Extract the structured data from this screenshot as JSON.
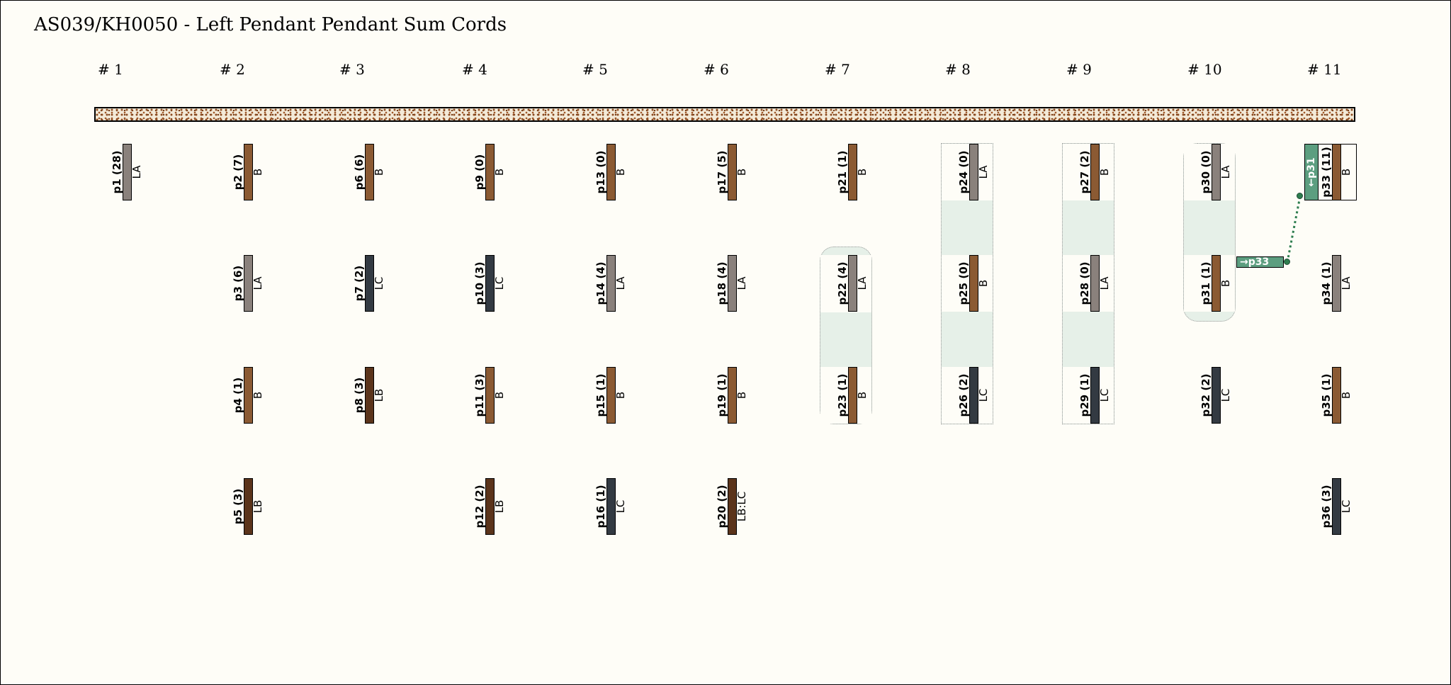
{
  "title": "AS039/KH0050 - Left Pendant Pendant Sum Cords",
  "colors": {
    "B": "#8b5a33",
    "LA": "#8a817c",
    "LC": "#333a42",
    "LB": "#5b341b",
    "link": "#5c9e80"
  },
  "groups": [
    {
      "label": "# 1",
      "cords": [
        {
          "name": "p1 (28)",
          "color": "LA"
        }
      ]
    },
    {
      "label": "# 2",
      "cords": [
        {
          "name": "p2 (7)",
          "color": "B"
        },
        {
          "name": "p3 (6)",
          "color": "LA"
        },
        {
          "name": "p4 (1)",
          "color": "B"
        },
        {
          "name": "p5 (3)",
          "color": "LB"
        }
      ]
    },
    {
      "label": "# 3",
      "cords": [
        {
          "name": "p6 (6)",
          "color": "B"
        },
        {
          "name": "p7 (2)",
          "color": "LC"
        },
        {
          "name": "p8 (3)",
          "color": "LB"
        }
      ]
    },
    {
      "label": "# 4",
      "cords": [
        {
          "name": "p9 (0)",
          "color": "B"
        },
        {
          "name": "p10 (3)",
          "color": "LC"
        },
        {
          "name": "p11 (3)",
          "color": "B"
        },
        {
          "name": "p12 (2)",
          "color": "LB"
        }
      ]
    },
    {
      "label": "# 5",
      "cords": [
        {
          "name": "p13 (0)",
          "color": "B"
        },
        {
          "name": "p14 (4)",
          "color": "LA"
        },
        {
          "name": "p15 (1)",
          "color": "B"
        },
        {
          "name": "p16 (1)",
          "color": "LC"
        }
      ]
    },
    {
      "label": "# 6",
      "cords": [
        {
          "name": "p17 (5)",
          "color": "B"
        },
        {
          "name": "p18 (4)",
          "color": "LA"
        },
        {
          "name": "p19 (1)",
          "color": "B"
        },
        {
          "name": "p20 (2)",
          "color": "LB:LC"
        }
      ]
    },
    {
      "label": "# 7",
      "cords": [
        {
          "name": "p21 (1)",
          "color": "B"
        },
        {
          "name": "p22 (4)",
          "color": "LA"
        },
        {
          "name": "p23 (1)",
          "color": "B"
        }
      ]
    },
    {
      "label": "# 8",
      "cords": [
        {
          "name": "p24 (0)",
          "color": "LA"
        },
        {
          "name": "p25 (0)",
          "color": "B"
        },
        {
          "name": "p26 (2)",
          "color": "LC"
        }
      ]
    },
    {
      "label": "# 9",
      "cords": [
        {
          "name": "p27 (2)",
          "color": "B"
        },
        {
          "name": "p28 (0)",
          "color": "LA"
        },
        {
          "name": "p29 (1)",
          "color": "LC"
        }
      ]
    },
    {
      "label": "# 10",
      "cords": [
        {
          "name": "p30 (0)",
          "color": "LA"
        },
        {
          "name": "p31 (1)",
          "color": "B"
        },
        {
          "name": "p32 (2)",
          "color": "LC"
        }
      ]
    },
    {
      "label": "# 11",
      "cords": [
        {
          "name": "p33 (11)",
          "color": "B"
        },
        {
          "name": "p34 (1)",
          "color": "LA"
        },
        {
          "name": "p35 (1)",
          "color": "B"
        },
        {
          "name": "p36 (3)",
          "color": "LC"
        }
      ]
    }
  ],
  "links": {
    "to_p33": "→p33",
    "from_p31": "←p31"
  }
}
